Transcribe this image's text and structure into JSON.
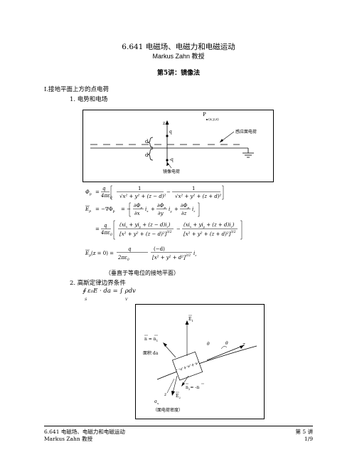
{
  "header": {
    "title": "6.641    电磁场、电磁力和电磁运动",
    "author": "Markus Zahn  教授",
    "lecture": "第5讲：镜像法"
  },
  "section": {
    "heading": "I.接地平面上方的点电荷",
    "item1": "1.  电势和电场",
    "caption": "（垂直于等电位的接地平面）",
    "item2": "2.  高斯定律边界条件"
  },
  "figure1": {
    "labels": {
      "point": "P",
      "coords": "(x,y,z)",
      "surface_charge": "感应面电荷",
      "image_charge": "镜像电荷",
      "z_axis": "z",
      "q": "q",
      "minus_q": "-q",
      "d_upper": "d",
      "d_lower": "d"
    }
  },
  "figure2": {
    "labels": {
      "n_top": "n = n",
      "n_top_sub": "1",
      "area": "面积 da",
      "E1": "E",
      "E1_sub": "1",
      "E2": "E",
      "E2_sub": "2",
      "n2": "n",
      "n2_sub": "2",
      "n2_eq": "= -n",
      "z_axis": "z",
      "z2": "z",
      "sigma": "σ",
      "sigma_sub": "s",
      "theta": "θ",
      "surface_density": "（面电荷密度）"
    }
  },
  "equations": {
    "phi_lhs": "Φ",
    "phi_sub": "p",
    "E_lhs": "E",
    "E_sub": "p",
    "gauss": "∮ ε₀E · da = ∫ ρdv",
    "gauss_s": "S",
    "gauss_v": "V"
  },
  "footer": {
    "left_line1": "6.641  电磁场、电磁力和电磁运动",
    "left_line2": "Markus Zahn  教授",
    "right_line1": "第 5 讲",
    "right_line2": "1/9"
  }
}
